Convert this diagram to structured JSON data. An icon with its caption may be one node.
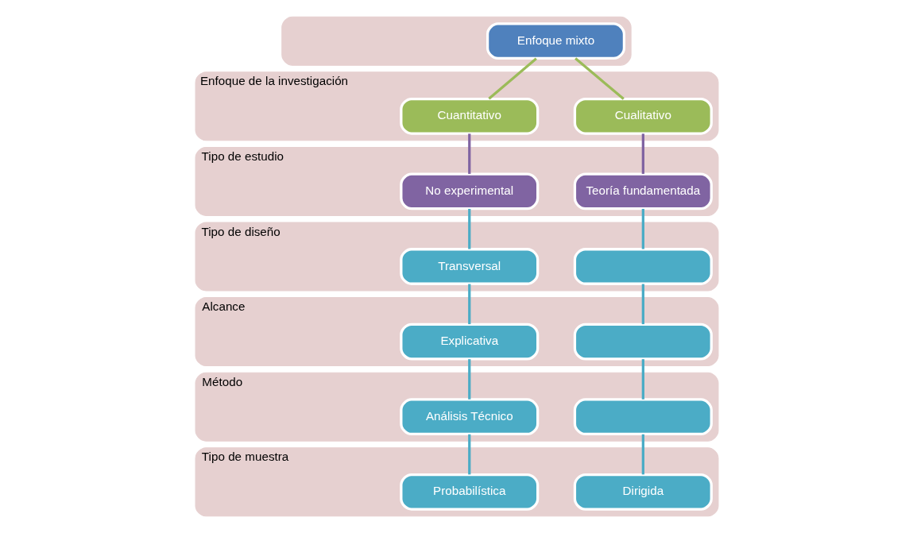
{
  "diagram": {
    "nodes": [
      {
        "text": [],
        "shape": "box"
      },
      {
        "text": [
          "Enfoque mixto"
        ],
        "in": 0
      },
      {
        "text": [
          "Enfoque de la investigación"
        ]
      },
      {
        "text": [
          "Cuantitativo"
        ],
        "in": 2
      },
      {
        "text": [
          "Cualitativo"
        ],
        "in": 2
      },
      {
        "text": [
          "Tipo de estudio"
        ]
      },
      {
        "text": [
          "No experimental"
        ],
        "in": 5
      },
      {
        "text": [
          "Teoría fundamentada"
        ],
        "in": 5
      },
      {
        "text": [
          "Tipo de diseño"
        ]
      },
      {
        "text": [
          "Transversal"
        ],
        "in": 8
      },
      {
        "text": [],
        "shape": "box",
        "in": 8
      },
      {
        "text": [
          "Alcance"
        ]
      },
      {
        "text": [
          "Explicativa"
        ],
        "in": 11
      },
      {
        "text": [],
        "shape": "box",
        "in": 11
      },
      {
        "text": [
          "Método"
        ]
      },
      {
        "text": [
          "Análisis Técnico"
        ],
        "in": 14
      },
      {
        "text": [],
        "shape": "box",
        "in": 14
      },
      {
        "text": [
          "Tipo de muestra"
        ]
      },
      {
        "text": [
          "Probabilística"
        ],
        "in": 17
      },
      {
        "text": [
          "Dirigida"
        ],
        "in": 17
      }
    ],
    "edges": [
      {
        "from": 1,
        "to": 3,
        "arrow": "none",
        "color": "#9bbb59"
      },
      {
        "from": 1,
        "to": 4,
        "arrow": "none",
        "color": "#9bbb59"
      },
      {
        "from": 3,
        "to": 6,
        "arrow": "none",
        "color": "#8064a2"
      },
      {
        "from": 4,
        "to": 7,
        "arrow": "none",
        "color": "#8064a2"
      },
      {
        "from": 6,
        "to": 9,
        "arrow": "none"
      },
      {
        "from": 7,
        "to": 10,
        "arrow": "none"
      },
      {
        "from": 9,
        "to": 12,
        "arrow": "none"
      },
      {
        "from": 10,
        "to": 13,
        "arrow": "none"
      },
      {
        "from": 12,
        "to": 15,
        "arrow": "none"
      },
      {
        "from": 13,
        "to": 16,
        "arrow": "none"
      },
      {
        "from": 15,
        "to": 18,
        "arrow": "none"
      },
      {
        "from": 16,
        "to": 19,
        "arrow": "none"
      }
    ]
  }
}
